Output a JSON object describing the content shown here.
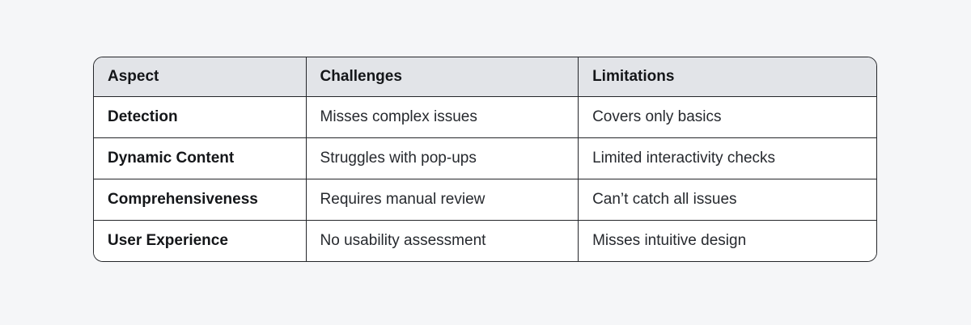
{
  "chart_data": {
    "type": "table",
    "columns": [
      "Aspect",
      "Challenges",
      "Limitations"
    ],
    "rows": [
      [
        "Detection",
        "Misses complex issues",
        "Covers only basics"
      ],
      [
        "Dynamic Content",
        "Struggles with pop-ups",
        "Limited interactivity checks"
      ],
      [
        "Comprehensiveness",
        "Requires manual review",
        "Can’t catch all issues"
      ],
      [
        "User Experience",
        "No usability assessment",
        "Misses intuitive design"
      ]
    ],
    "layout_hints": {
      "header_background": "#e2e4e8",
      "row_background": "#ffffff",
      "border_color": "#24262a",
      "page_background": "#f5f6f8",
      "text_color": "#26292e",
      "header_text_color": "#141619",
      "corner_radius_px": 12,
      "bold_first_column": true
    }
  }
}
